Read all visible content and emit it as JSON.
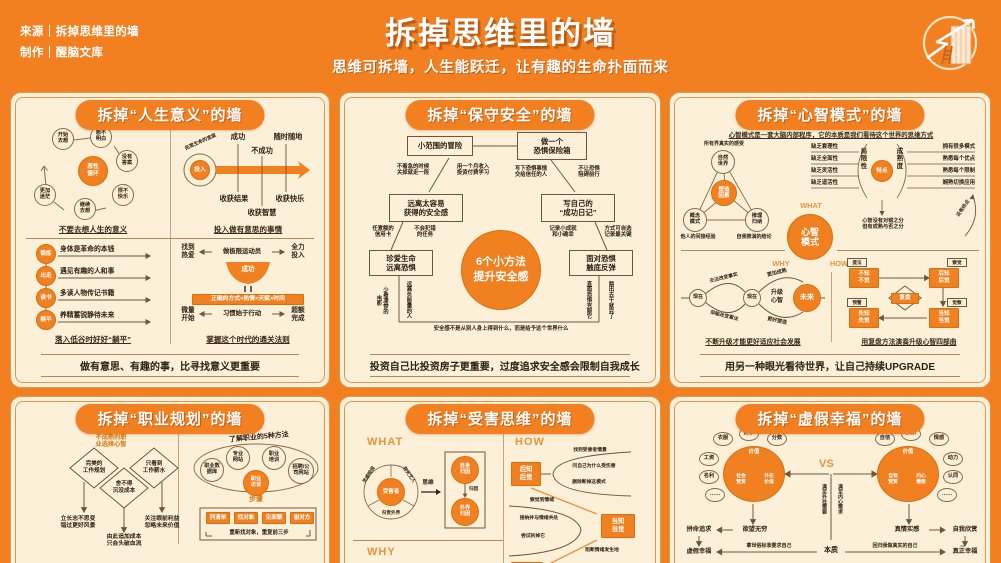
{
  "header": {
    "source_label": "来源｜拆掉思维里的墙",
    "producer_label": "制作｜醒脑文库",
    "title": "拆掉思维里的墙",
    "subtitle": "思维可拆墙，人生能跃迁，让有趣的生命扑面而来",
    "logo_name": "wall-ladder-arrow-logo"
  },
  "panels": [
    {
      "id": "life-meaning",
      "title": "拆掉“人生意义”的墙",
      "left": {
        "caption": "不要去想人生的意义",
        "cycle_center": "恶性\n循环",
        "cycle_nodes": [
          "开始\n去想",
          "想不\n明白",
          "没有\n答案",
          "很不\n快乐",
          "继续\n去想",
          "更加\n迷茫"
        ],
        "lower_caption": "落入低谷时好好“躺平”",
        "rows": [
          {
            "tag": "锻炼",
            "text": "身体是革命的本钱"
          },
          {
            "tag": "出走",
            "text": "遇见有趣的人和事"
          },
          {
            "tag": "读书",
            "text": "多读人物传记书籍"
          },
          {
            "tag": "躺平",
            "text": "养精蓄锐静待未来"
          }
        ]
      },
      "right": {
        "hub": "投入",
        "hub_ring": "拓宽生命的宽度",
        "above": [
          "成功",
          "不成功",
          "随时随地"
        ],
        "below": [
          "收获结果",
          "收获智慧",
          "收获快乐"
        ],
        "caption": "投入做有意思的事情",
        "lower_caption": "掌握这个时代的通关法则",
        "top_left": "找到\n热爱",
        "top_mid": "做极限运动员",
        "top_right": "全力\n投入",
        "bowl": "成功",
        "equals": "=",
        "formula": "正确的方式×热情×天赋×时间",
        "bot_left": "微量\n开始",
        "bot_mid": "习惯始于行动",
        "bot_right": "超额\n完成"
      },
      "footer": "做有意思、有趣的事，比寻找意义更重要"
    },
    {
      "id": "conservative-safety",
      "title": "拆掉“保守安全”的墙",
      "center_circle": "6个小方法\n提升安全感",
      "boxes": [
        {
          "text": "小范围的冒险",
          "notes": [
            "不着急的时候\n关掉就走一段",
            "用一个月收入\n投资付费学习"
          ]
        },
        {
          "text": "做一个\n恐惧保险箱",
          "notes": [
            "写下恐惧事情\n交给信任的人",
            "不让恐惧\n阻碍前行"
          ]
        },
        {
          "text": "远离太容易\n获得的安全感",
          "notes": [
            "任意额的\n信用卡",
            "不会犯错\n的任务"
          ]
        },
        {
          "text": "写自己的\n“成功日记”",
          "notes": [
            "记录小成就\n和小确幸",
            "方式可自选\n记录最关键"
          ]
        },
        {
          "text": "珍爱生命\n远离恐惧",
          "notes": [
            "少看凄惨的\n电影",
            "远离负能量的人"
          ]
        },
        {
          "text": "面对恐惧\n触底反弹",
          "notes": [
            "直面恐惧克服它",
            "豁出去干就完了"
          ]
        }
      ],
      "inner_note": "安全感不是从别人身上得到什么，而是给予这个世界什么",
      "footer": "投资自己比投资房子更重要，过度追求安全感会限制自我成长"
    },
    {
      "id": "mental-model",
      "title": "拆掉“心智模式”的墙",
      "lead": "心智模式是一套大脑内部程序，它的本质是我们看待这个世界的思维方式",
      "hub": "心智\n模式",
      "hub_words": [
        "WHAT",
        "WHY",
        "HOW"
      ],
      "triangle": {
        "center": "塑造\n因素",
        "nodes": [
          "自然\n世界",
          "概念\n模式",
          "推理\n归纳"
        ],
        "ring_notes": [
          "所有界真实的感受",
          "他人的间接经验",
          "自我推演的结论"
        ]
      },
      "traits": {
        "center": "特点",
        "left_title": "局\n限\n性",
        "right_title": "成\n熟\n度",
        "left_items": [
          "缺乏套理性",
          "缺乏全面性",
          "缺乏灵活性",
          "缺乏道活性"
        ],
        "right_items": [
          "拥有很多模式",
          "熟悉每个优点",
          "熟悉每个限制",
          "娴熟切换应用"
        ],
        "note": "心智没有对错之分\n但有成熟与否之分",
        "arc_label": "没有终点"
      },
      "upgrade": {
        "left": "现在",
        "mid": "现在",
        "right": "未来",
        "up_label": "更加成熟",
        "mid_label": "升级\n心智",
        "down_label": "更好塑造",
        "note_top": "无法改变事实",
        "note_bot": "却能改变看法",
        "caption": "不断升级才能更好适应社会发展"
      },
      "replay": {
        "center": "复盘",
        "nodes": [
          "不知\n不觉",
          "后知\n后觉",
          "当知\n当觉",
          "先知\n先觉"
        ],
        "tags": [
          "提法",
          "察觉",
          "觉察",
          "预警"
        ],
        "caption": "用复盘方法演奏升级心智四部曲"
      },
      "footer": "用另一种眼光看待世界，让自己持续UPGRADE"
    },
    {
      "id": "career-planning",
      "title": "拆掉“职业规划”的墙",
      "left": {
        "heading": "不成熟的职\n业选择心智",
        "diamonds": [
          "完美的\n工作规划",
          "舍不得\n沉没成本",
          "只看到\n工作薪水"
        ],
        "outcomes": [
          "立长志不思变\n错过更好风景",
          "由此追加成本\n只会头破血流",
          "关注眼前利益\n忽略未来价值"
        ]
      },
      "right": {
        "heading": "了解职业的5种方法",
        "bubbles": [
          "职业数\n据库",
          "专业\n网站",
          "职业\n培训",
          "招聘/公\n司网站"
        ],
        "hub": "职业\n访谈",
        "step_label": "步骤",
        "steps": [
          "列清单",
          "找对象",
          "见面聊",
          "谢对方"
        ],
        "loop_note": "重新找对象，重复前三步"
      }
    },
    {
      "id": "victim-thinking",
      "title": "拆掉“受害思维”的墙",
      "sections": [
        "WHAT",
        "HOW",
        "WHY"
      ],
      "what": {
        "wheel_center": "受害者",
        "wheel_items": [
          "怨天尤人",
          "归责外界",
          "灵感短视"
        ],
        "arrow_label": "思维",
        "box_top": "自身\n归因",
        "box_mid": "归因",
        "box_bot": "外界\n归因"
      },
      "how": {
        "stages": [
          "后知\n后觉",
          "当知\n当觉"
        ],
        "notes_right": [
          "找到受害者情景",
          "问自己为什么受伤害",
          "删除断掉这模式"
        ],
        "notes_left": [
          "察觉到情绪",
          "接纳并与情绪共处",
          "尝试拆掉它"
        ],
        "note_bot": "阻断情绪发生地"
      }
    },
    {
      "id": "false-happiness",
      "title": "拆掉“虚假幸福”的墙",
      "vs": "VS",
      "left": {
        "center": "价值",
        "branches": [
          "社会\n赞赏",
          "外在\n价值"
        ],
        "bubbles": [
          "衣服",
          "房子",
          "分数",
          "工资",
          "名利",
          "……"
        ],
        "chain": [
          "欲望无穷",
          "拼命追求",
          "虚假幸福"
        ],
        "bottom_note": "拿世俗标准要求自己",
        "path_label": "满足外在需要"
      },
      "right": {
        "center": "价值",
        "branches": [
          "自我\n赞赏",
          "内心\n需要"
        ],
        "bubbles": [
          "自信",
          "快乐",
          "情感",
          "动力",
          "认同",
          "……"
        ],
        "chain": [
          "真情实感",
          "自我欣赏",
          "真正幸福"
        ],
        "bottom_note": "回归我做真实的自己",
        "path_label": "满足内心需求"
      },
      "essence": "本质"
    }
  ]
}
